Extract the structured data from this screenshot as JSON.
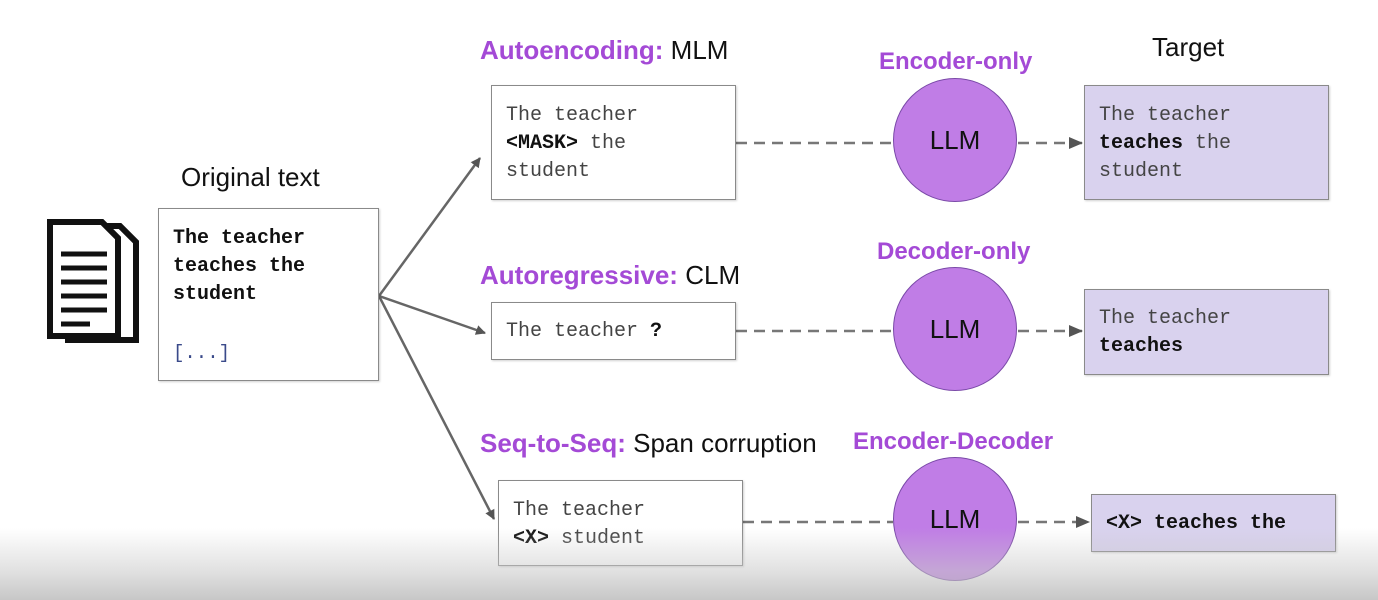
{
  "original": {
    "heading": "Original text",
    "line1": "The teacher",
    "line2": "teaches the",
    "line3": "student",
    "ellipsis": "[...]"
  },
  "rows": [
    {
      "label_colored": "Autoencoding:",
      "label_plain": "MLM",
      "model_type": "Encoder-only",
      "llm": "LLM",
      "input": {
        "l1": "The teacher",
        "l2_bold": "<MASK>",
        "l2_rest": " the",
        "l3": "student"
      },
      "target": {
        "l1": "The teacher",
        "l2_bold": "teaches",
        "l2_rest": " the",
        "l3": "student"
      }
    },
    {
      "label_colored": "Autoregressive:",
      "label_plain": "CLM",
      "model_type": "Decoder-only",
      "llm": "LLM",
      "input": {
        "l1": "The teacher ",
        "l1_bold": "?"
      },
      "target": {
        "l1": "The teacher",
        "l2_bold": "teaches"
      }
    },
    {
      "label_colored": "Seq-to-Seq:",
      "label_plain": "Span corruption",
      "model_type": "Encoder-Decoder",
      "llm": "LLM",
      "input": {
        "l1": "The teacher",
        "l2_bold": "<X>",
        "l2_rest": " student"
      },
      "target": {
        "l1_bold": "<X> teaches the"
      }
    }
  ],
  "target_heading": "Target",
  "colors": {
    "accent": "#a44ad6",
    "llm_fill": "#c07de6",
    "target_fill": "#d9d2ee"
  },
  "icons": {
    "document": "document-stack-icon"
  }
}
